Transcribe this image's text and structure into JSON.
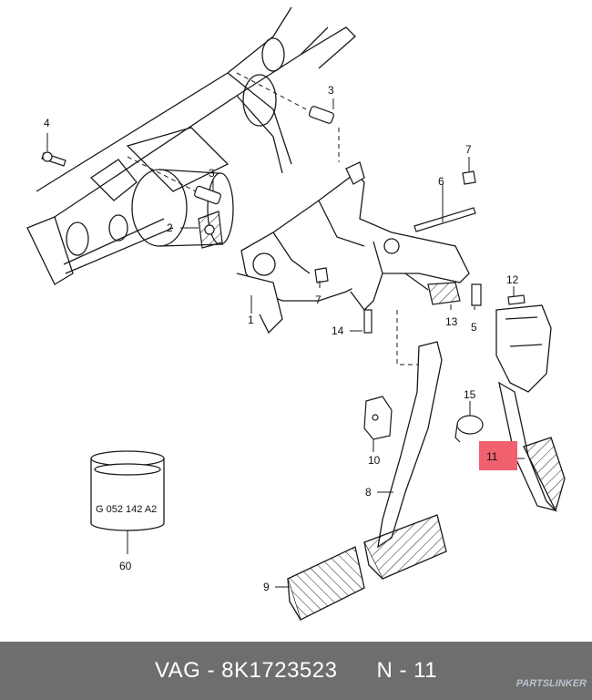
{
  "callouts": {
    "c1": "1",
    "c2": "2",
    "c3a": "3",
    "c3b": "3",
    "c4": "4",
    "c5": "5",
    "c6": "6",
    "c7a": "7",
    "c7b": "7",
    "c8": "8",
    "c9": "9",
    "c10": "10",
    "c11": "11",
    "c12": "12",
    "c13": "13",
    "c14": "14",
    "c15": "15",
    "c60": "60"
  },
  "tube_label": "G 052 142 A2",
  "footer": {
    "text": "VAG - 8K1723523      N - 11",
    "brand": "PARTSLINKER"
  },
  "colors": {
    "footer_bg": "#6e6e6e",
    "highlight": "#f0606f",
    "line": "#1a1a1a"
  }
}
